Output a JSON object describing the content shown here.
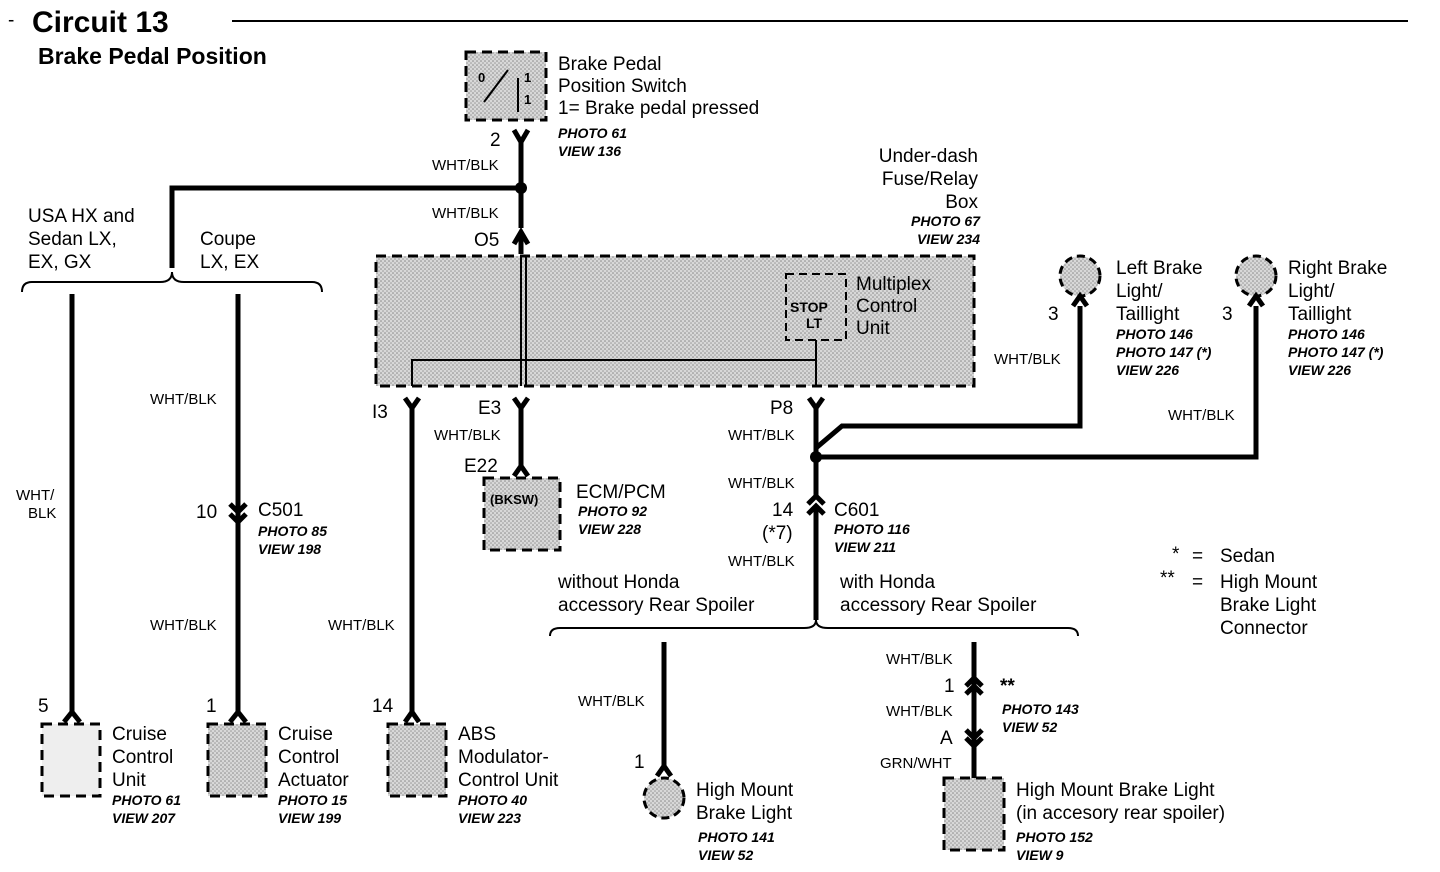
{
  "header": {
    "prefix": "-",
    "title": "Circuit 13",
    "subtitle": "Brake Pedal Position"
  },
  "wire": "WHT/BLK",
  "wire_alt": "WHT/\nBLK",
  "wire_green": "GRN/WHT",
  "switch": {
    "line1": "Brake Pedal",
    "line2": "Position Switch",
    "line3": "1=  Brake pedal pressed",
    "pos0": "0",
    "pos1a": "1",
    "pos1b": "1",
    "pin": "2",
    "photo": "PHOTO 61",
    "view": "VIEW 136"
  },
  "fuse_box": {
    "line1": "Under-dash",
    "line2": "Fuse/Relay",
    "line3": "Box",
    "photo": "PHOTO 67",
    "view": "VIEW 234",
    "pin_in": "O5",
    "mcu_line1": "Multiplex",
    "mcu_line2": "Control",
    "mcu_line3": "Unit",
    "stop_line1": "STOP",
    "stop_line2": "LT",
    "pin_i3": "I3",
    "pin_e3": "E3",
    "pin_p8": "P8"
  },
  "branch_left": {
    "label1_line1": "USA HX and",
    "label1_line2": "Sedan LX,",
    "label1_line3": "EX, GX",
    "label2_line1": "Coupe",
    "label2_line2": "LX, EX"
  },
  "c501": {
    "pin": "10",
    "name": "C501",
    "photo": "PHOTO 85",
    "view": "VIEW 198"
  },
  "cruise_unit": {
    "pin": "5",
    "line1": "Cruise",
    "line2": "Control",
    "line3": "Unit",
    "photo": "PHOTO 61",
    "view": "VIEW 207"
  },
  "cruise_actuator": {
    "pin": "1",
    "line1": "Cruise",
    "line2": "Control",
    "line3": "Actuator",
    "photo": "PHOTO 15",
    "view": "VIEW 199"
  },
  "abs": {
    "pin": "14",
    "line1": "ABS",
    "line2": "Modulator-",
    "line3": "Control Unit",
    "photo": "PHOTO 40",
    "view": "VIEW 223"
  },
  "ecm": {
    "pin": "E22",
    "inner": "(BKSW)",
    "name": "ECM/PCM",
    "photo": "PHOTO 92",
    "view": "VIEW 228"
  },
  "left_light": {
    "pin": "3",
    "line1": "Left Brake",
    "line2": "Light/",
    "line3": "Taillight",
    "photo1": "PHOTO 146",
    "photo2": "PHOTO 147 (*)",
    "view": "VIEW 226"
  },
  "right_light": {
    "pin": "3",
    "line1": "Right Brake",
    "line2": "Light/",
    "line3": "Taillight",
    "photo1": "PHOTO 146",
    "photo2": "PHOTO 147 (*)",
    "view": "VIEW 226"
  },
  "c601": {
    "pin": "14",
    "pin_alt": "(*7)",
    "name": "C601",
    "photo": "PHOTO 116",
    "view": "VIEW 211"
  },
  "spoiler": {
    "without_line1": "without Honda",
    "without_line2": "accessory Rear Spoiler",
    "with_line1": "with Honda",
    "with_line2": "accessory Rear Spoiler"
  },
  "hm_light": {
    "pin": "1",
    "line1": "High Mount",
    "line2": "Brake Light",
    "photo": "PHOTO 141",
    "view": "VIEW 52"
  },
  "hm_connector": {
    "pin1": "1",
    "mark": "**",
    "pinA": "A",
    "photo": "PHOTO 143",
    "view": "VIEW 52"
  },
  "hm_spoiler_light": {
    "line1": "High Mount Brake Light",
    "line2": "(in accesory rear spoiler)",
    "photo": "PHOTO 152",
    "view": "VIEW 9"
  },
  "legend": {
    "sym1": "*",
    "eq1": "=",
    "def1": "Sedan",
    "sym2": "**",
    "eq2": "=",
    "def2_line1": "High Mount",
    "def2_line2": "Brake Light",
    "def2_line3": "Connector"
  }
}
